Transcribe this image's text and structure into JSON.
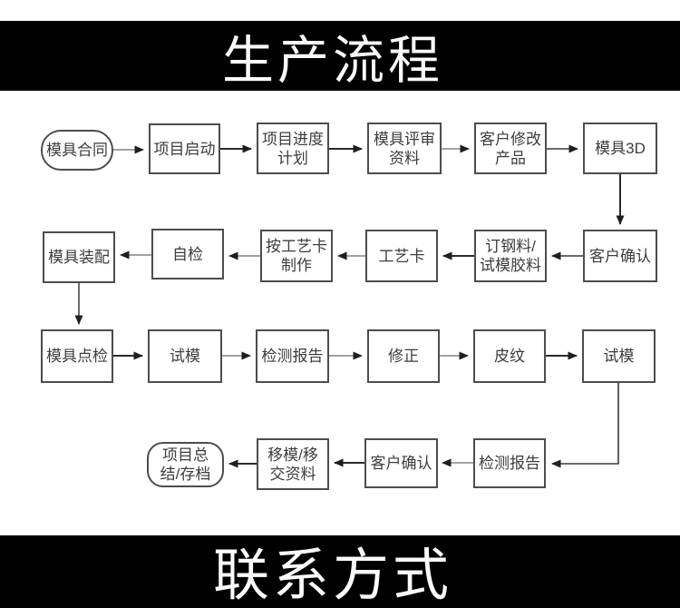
{
  "banners": {
    "top": {
      "label": "生产流程",
      "bg": "#000000",
      "fg": "#ffffff"
    },
    "bottom": {
      "label": "联系方式",
      "bg": "#000000",
      "fg": "#ffffff"
    }
  },
  "flowchart": {
    "type": "flowchart",
    "nodes": [
      {
        "id": "mold-contract",
        "label": "模具合同",
        "shape": "stadium"
      },
      {
        "id": "project-kickoff",
        "label": "项目启动",
        "shape": "rect"
      },
      {
        "id": "project-schedule",
        "label": "项目进度\n计划",
        "shape": "rect"
      },
      {
        "id": "mold-review-docs",
        "label": "模具评审\n资料",
        "shape": "rect"
      },
      {
        "id": "customer-product-changes",
        "label": "客户修改\n产品",
        "shape": "rect"
      },
      {
        "id": "mold-3d",
        "label": "模具3D",
        "shape": "rect"
      },
      {
        "id": "customer-confirm-1",
        "label": "客户确认",
        "shape": "rect"
      },
      {
        "id": "order-steel-trial-rubber",
        "label": "订钢料/\n试模胶料",
        "shape": "rect"
      },
      {
        "id": "process-card",
        "label": "工艺卡",
        "shape": "rect"
      },
      {
        "id": "build-per-process-card",
        "label": "按工艺卡\n制作",
        "shape": "rect"
      },
      {
        "id": "self-inspection",
        "label": "自检",
        "shape": "rect"
      },
      {
        "id": "mold-assembly",
        "label": "模具装配",
        "shape": "rect"
      },
      {
        "id": "mold-spot-check",
        "label": "模具点检",
        "shape": "rect"
      },
      {
        "id": "mold-trial-1",
        "label": "试模",
        "shape": "rect"
      },
      {
        "id": "inspection-report-1",
        "label": "检测报告",
        "shape": "rect"
      },
      {
        "id": "correction",
        "label": "修正",
        "shape": "rect"
      },
      {
        "id": "texturing",
        "label": "皮纹",
        "shape": "rect"
      },
      {
        "id": "mold-trial-2",
        "label": "试模",
        "shape": "rect"
      },
      {
        "id": "inspection-report-2",
        "label": "检测报告",
        "shape": "rect"
      },
      {
        "id": "customer-confirm-2",
        "label": "客户确认",
        "shape": "rect"
      },
      {
        "id": "mold-transfer-docs",
        "label": "移模/移\n交资料",
        "shape": "rect"
      },
      {
        "id": "project-summary-archive",
        "label": "项目总\n结/存档",
        "shape": "stadium"
      }
    ],
    "edges": [
      {
        "from": "模具合同",
        "to": "项目启动"
      },
      {
        "from": "项目启动",
        "to": "项目进度计划"
      },
      {
        "from": "项目进度计划",
        "to": "模具评审资料"
      },
      {
        "from": "模具评审资料",
        "to": "客户修改产品"
      },
      {
        "from": "客户修改产品",
        "to": "模具3D"
      },
      {
        "from": "模具3D",
        "to": "客户确认"
      },
      {
        "from": "客户确认",
        "to": "订钢料/试模胶料"
      },
      {
        "from": "订钢料/试模胶料",
        "to": "工艺卡"
      },
      {
        "from": "工艺卡",
        "to": "按工艺卡制作"
      },
      {
        "from": "按工艺卡制作",
        "to": "自检"
      },
      {
        "from": "自检",
        "to": "模具装配"
      },
      {
        "from": "模具装配",
        "to": "模具点检"
      },
      {
        "from": "模具点检",
        "to": "试模"
      },
      {
        "from": "试模",
        "to": "检测报告"
      },
      {
        "from": "检测报告",
        "to": "修正"
      },
      {
        "from": "修正",
        "to": "皮纹"
      },
      {
        "from": "皮纹",
        "to": "试模"
      },
      {
        "from": "试模",
        "to": "检测报告"
      },
      {
        "from": "检测报告",
        "to": "客户确认"
      },
      {
        "from": "客户确认",
        "to": "移模/移交资料"
      },
      {
        "from": "移模/移交资料",
        "to": "项目总结/存档"
      }
    ]
  },
  "colors": {
    "banner_bg": "#000000",
    "banner_fg": "#ffffff",
    "node_border": "#4d4d4d",
    "node_text": "#3d3d3d",
    "connector": "#333333"
  }
}
